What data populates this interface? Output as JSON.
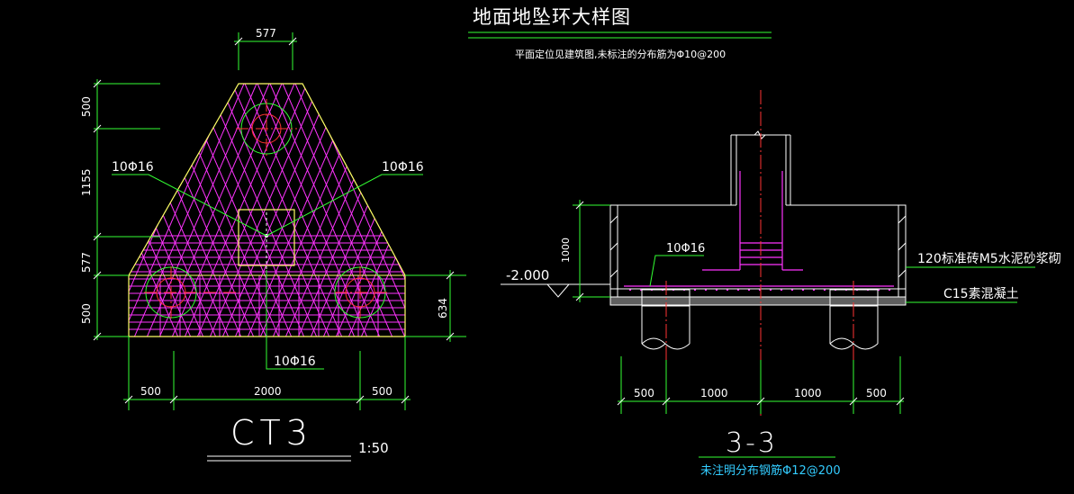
{
  "title": "地面地坠环大样图",
  "subtitle": "平面定位见建筑图,未标注的分布筋为Φ10@200",
  "plan": {
    "name": "CT3",
    "scale": "1:50",
    "dim_top": "577",
    "dims_left": [
      "500",
      "1155",
      "577",
      "500"
    ],
    "dim_right": "634",
    "dims_bottom": [
      "500",
      "2000",
      "500"
    ],
    "rebar_left": "10Φ16",
    "rebar_right": "10Φ16",
    "rebar_bottom": "10Φ16"
  },
  "section": {
    "name": "3-3",
    "note": "未注明分布钢筋Φ12@200",
    "elevation": "-2.000",
    "dim_height": "1000",
    "rebar": "10Φ16",
    "label_wall": "120标准砖M5水泥砂浆砌",
    "label_base": "C15素混凝土",
    "dims_bottom": [
      "500",
      "1000",
      "1000",
      "500"
    ]
  },
  "colors": {
    "background": "#000000",
    "outline": "#ffff66",
    "rebar": "#ff33ff",
    "dimension": "#33ff33",
    "centerline": "#ff3333",
    "text": "#ffffff",
    "note": "#33ccff"
  }
}
